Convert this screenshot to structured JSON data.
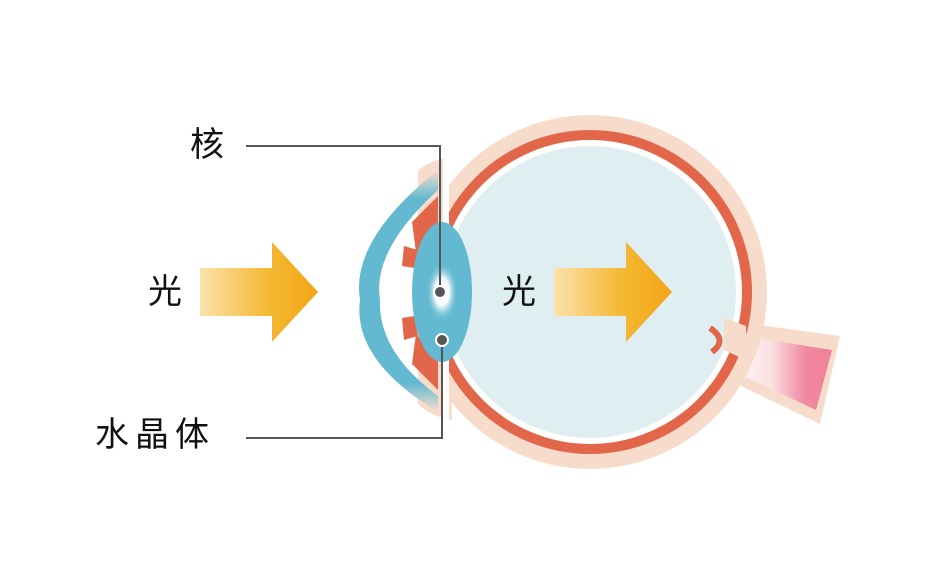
{
  "labels": {
    "nucleus": "核",
    "light_left": "光",
    "light_right": "光",
    "lens": "水晶体"
  },
  "colors": {
    "sclera_outer": "#f8dccb",
    "sclera_edge": "#f3c7ad",
    "choroid": "#e2664a",
    "vitreous": "#dfeef0",
    "lens_blue": "#62b9d1",
    "lens_nucleus": "#ffffff",
    "arrow_start": "#fbe3ad",
    "arrow_end": "#f2a514",
    "optic_nerve_pink": "#f08aa1",
    "leader_line": "#555555",
    "label_text": "#111111"
  },
  "icons": {
    "arrow_left": "arrow-right-icon",
    "arrow_right": "arrow-right-icon"
  }
}
